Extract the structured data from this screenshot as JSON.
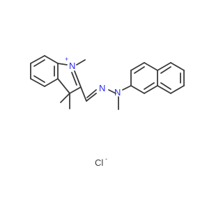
{
  "structure": {
    "atoms": {
      "indole_n": {
        "symbol": "N",
        "charge": "+"
      },
      "azine_n1": {
        "symbol": "N"
      },
      "azine_n2": {
        "symbol": "N"
      },
      "counterion": {
        "symbol": "Cl",
        "charge": "-"
      }
    }
  },
  "colors": {
    "bond": "#3a3a3a",
    "nitrogen": "#2a2af0",
    "counterion": "#3a3a3a"
  }
}
